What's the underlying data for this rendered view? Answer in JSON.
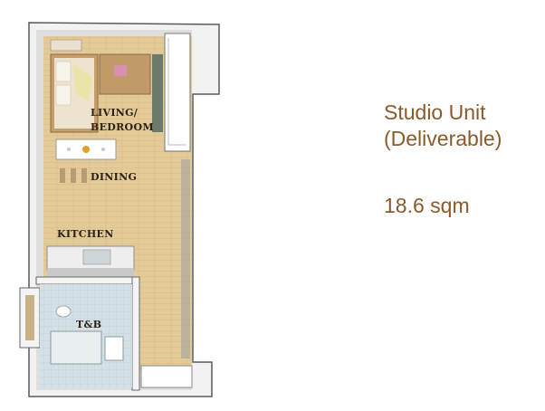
{
  "unit": {
    "title_line1": "Studio Unit",
    "title_line2": "(Deliverable)",
    "area": "18.6 sqm"
  },
  "floor_plan": {
    "rooms": {
      "living": "LIVING/",
      "bedroom": "BEDROOM",
      "dining": "DINING",
      "kitchen": "KITCHEN",
      "bath": "T&B"
    }
  },
  "colors": {
    "wood_floor": "#e6cf9f",
    "wall": "#f4f4f4",
    "tile": "#c9d8df",
    "text_accent": "#8a5a2b"
  }
}
